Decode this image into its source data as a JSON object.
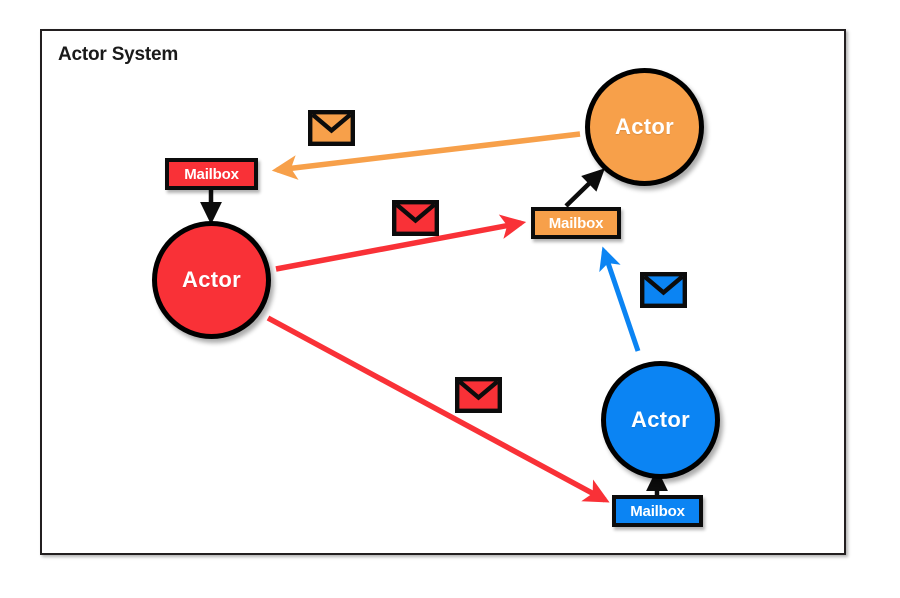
{
  "diagram": {
    "title": "Actor System",
    "background": "#ffffff",
    "frame_border_color": "#231f20"
  },
  "colors": {
    "orange": "#f7a04a",
    "red": "#f93137",
    "blue": "#0b84f3",
    "outline": "#000000",
    "label_text": "#ffffff",
    "title_text": "#1a1a1a"
  },
  "actors": [
    {
      "id": "actor-orange",
      "label": "Actor",
      "color": "#f7a04a"
    },
    {
      "id": "actor-red",
      "label": "Actor",
      "color": "#f93137"
    },
    {
      "id": "actor-blue",
      "label": "Actor",
      "color": "#0b84f3"
    }
  ],
  "mailboxes": [
    {
      "id": "mailbox-red",
      "label": "Mailbox",
      "color": "#f93137"
    },
    {
      "id": "mailbox-orange",
      "label": "Mailbox",
      "color": "#f7a04a"
    },
    {
      "id": "mailbox-blue",
      "label": "Mailbox",
      "color": "#0b84f3"
    }
  ],
  "envelopes": [
    {
      "id": "envelope-orange",
      "icon": "envelope-icon",
      "color": "#f7a04a"
    },
    {
      "id": "envelope-red-1",
      "icon": "envelope-icon",
      "color": "#f93137"
    },
    {
      "id": "envelope-blue",
      "icon": "envelope-icon",
      "color": "#0b84f3"
    },
    {
      "id": "envelope-red-2",
      "icon": "envelope-icon",
      "color": "#f93137"
    }
  ],
  "connectors": [
    {
      "id": "orange-actor-to-red-mailbox",
      "from": "actor-orange",
      "to": "mailbox-red",
      "color": "#f7a04a",
      "kind": "message"
    },
    {
      "id": "red-actor-to-orange-mailbox",
      "from": "actor-red",
      "to": "mailbox-orange",
      "color": "#f93137",
      "kind": "message"
    },
    {
      "id": "red-actor-to-blue-mailbox",
      "from": "actor-red",
      "to": "mailbox-blue",
      "color": "#f93137",
      "kind": "message"
    },
    {
      "id": "blue-actor-to-orange-mailbox",
      "from": "actor-blue",
      "to": "mailbox-orange",
      "color": "#0b84f3",
      "kind": "message"
    },
    {
      "id": "red-mailbox-to-red-actor",
      "from": "mailbox-red",
      "to": "actor-red",
      "color": "#000000",
      "kind": "deliver"
    },
    {
      "id": "orange-mailbox-to-orange-actor",
      "from": "mailbox-orange",
      "to": "actor-orange",
      "color": "#000000",
      "kind": "deliver"
    },
    {
      "id": "blue-mailbox-to-blue-actor",
      "from": "mailbox-blue",
      "to": "actor-blue",
      "color": "#000000",
      "kind": "deliver"
    }
  ]
}
